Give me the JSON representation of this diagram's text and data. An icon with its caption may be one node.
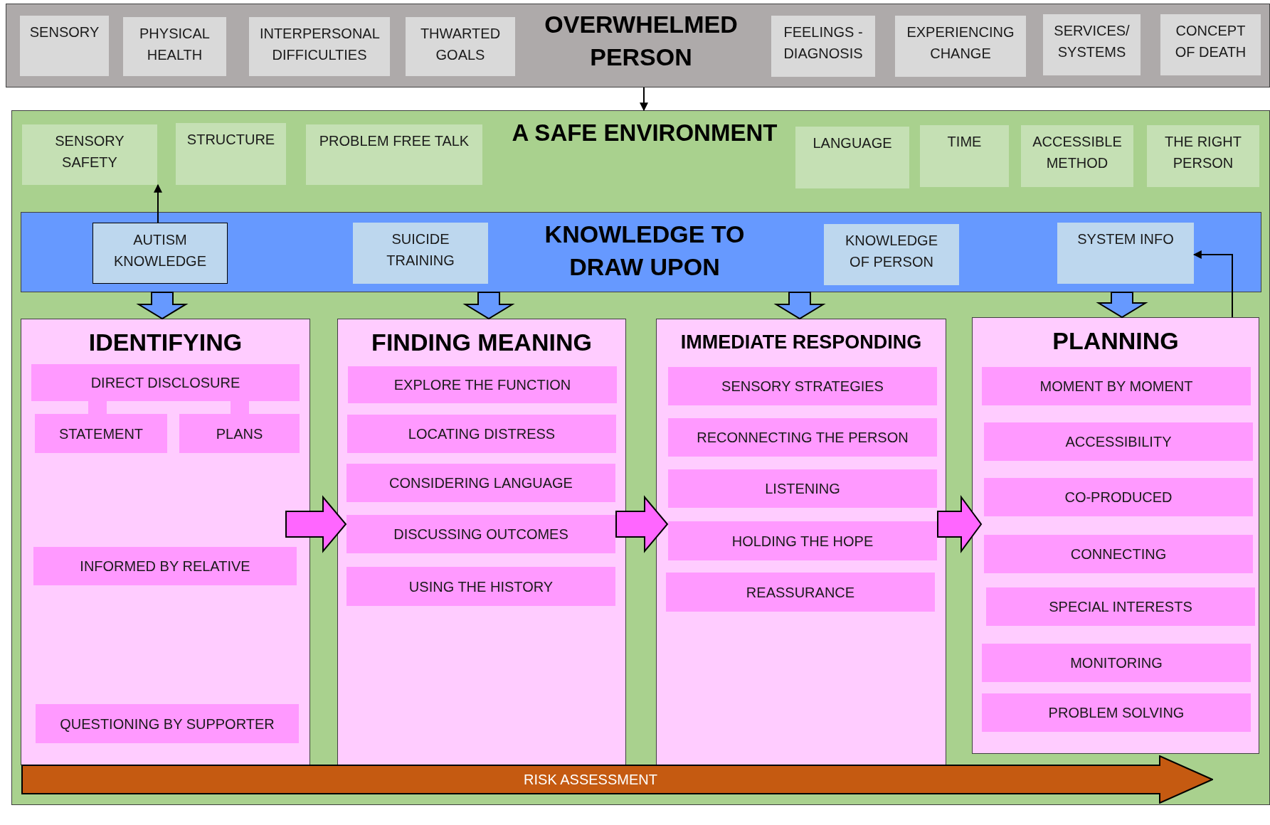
{
  "diagram": {
    "nodes": [
      {
        "text": [
          "OVERWHELMED PERSON"
        ]
      },
      {
        "text": [
          "SENSORY"
        ],
        "in": 0
      },
      {
        "text": [
          "PHYSICAL HEALTH"
        ],
        "in": 0
      },
      {
        "text": [
          "INTERPERSONAL DIFFICULTIES"
        ],
        "in": 0
      },
      {
        "text": [
          "THWARTED GOALS"
        ],
        "in": 0
      },
      {
        "text": [
          "FEELINGS - DIAGNOSIS"
        ],
        "in": 0
      },
      {
        "text": [
          "EXPERIENCING CHANGE"
        ],
        "in": 0
      },
      {
        "text": [
          "SERVICES/ SYSTEMS"
        ],
        "in": 0
      },
      {
        "text": [
          "CONCEPT OF DEATH"
        ],
        "in": 0
      },
      {
        "text": [
          "A SAFE ENVIRONMENT"
        ]
      },
      {
        "text": [
          "SENSORY SAFETY"
        ],
        "in": 9
      },
      {
        "text": [
          "STRUCTURE"
        ],
        "in": 9
      },
      {
        "text": [
          "PROBLEM FREE TALK"
        ],
        "in": 9
      },
      {
        "text": [
          "LANGUAGE"
        ],
        "in": 9
      },
      {
        "text": [
          "TIME"
        ],
        "in": 9
      },
      {
        "text": [
          "ACCESSIBLE METHOD"
        ],
        "in": 9
      },
      {
        "text": [
          "THE RIGHT PERSON"
        ],
        "in": 9
      },
      {
        "text": [
          "KNOWLEDGE TO DRAW UPON"
        ],
        "in": 9
      },
      {
        "text": [
          "AUTISM KNOWLEDGE"
        ],
        "in": 17
      },
      {
        "text": [
          "SUICIDE TRAINING"
        ],
        "in": 17
      },
      {
        "text": [
          "KNOWLEDGE OF PERSON"
        ],
        "in": 17
      },
      {
        "text": [
          "SYSTEM INFO"
        ],
        "in": 17
      },
      {
        "text": [
          "IDENTIFYING"
        ],
        "in": 9
      },
      {
        "text": [
          "DIRECT DISCLOSURE"
        ],
        "in": 22
      },
      {
        "text": [
          "STATEMENT"
        ],
        "in": 22
      },
      {
        "text": [
          "PLANS"
        ],
        "in": 22
      },
      {
        "text": [
          "INFORMED BY RELATIVE"
        ],
        "in": 22
      },
      {
        "text": [
          "QUESTIONING BY SUPPORTER"
        ],
        "in": 22
      },
      {
        "text": [
          "FINDING MEANING"
        ],
        "in": 9
      },
      {
        "text": [
          "EXPLORE THE FUNCTION"
        ],
        "in": 28
      },
      {
        "text": [
          "LOCATING DISTRESS"
        ],
        "in": 28
      },
      {
        "text": [
          "CONSIDERING LANGUAGE"
        ],
        "in": 28
      },
      {
        "text": [
          "DISCUSSING OUTCOMES"
        ],
        "in": 28
      },
      {
        "text": [
          "USING THE HISTORY"
        ],
        "in": 28
      },
      {
        "text": [
          "IMMEDIATE RESPONDING"
        ],
        "in": 9
      },
      {
        "text": [
          "SENSORY STRATEGIES"
        ],
        "in": 34
      },
      {
        "text": [
          "RECONNECTING THE PERSON"
        ],
        "in": 34
      },
      {
        "text": [
          "LISTENING"
        ],
        "in": 34
      },
      {
        "text": [
          "HOLDING THE HOPE"
        ],
        "in": 34
      },
      {
        "text": [
          "REASSURANCE"
        ],
        "in": 34
      },
      {
        "text": [
          "PLANNING"
        ],
        "in": 9
      },
      {
        "text": [
          "MOMENT BY MOMENT"
        ],
        "in": 40
      },
      {
        "text": [
          "ACCESSIBILITY"
        ],
        "in": 40
      },
      {
        "text": [
          "CO-PRODUCED"
        ],
        "in": 40
      },
      {
        "text": [
          "CONNECTING"
        ],
        "in": 40
      },
      {
        "text": [
          "SPECIAL INTERESTS"
        ],
        "in": 40
      },
      {
        "text": [
          "MONITORING"
        ],
        "in": 40
      },
      {
        "text": [
          "PROBLEM SOLVING"
        ],
        "in": 40
      },
      {
        "text": [
          "RISK ASSESSMENT"
        ],
        "in": 9
      }
    ],
    "edges": [
      {
        "from": 0,
        "to": 9,
        "arrow": "to"
      },
      {
        "from": 18,
        "to": 10,
        "arrow": "to"
      },
      {
        "from": 17,
        "to": 22,
        "arrow": "to",
        "style": "thick",
        "color": "#6699ff"
      },
      {
        "from": 17,
        "to": 28,
        "arrow": "to",
        "style": "thick",
        "color": "#6699ff"
      },
      {
        "from": 17,
        "to": 34,
        "arrow": "to",
        "style": "thick",
        "color": "#6699ff"
      },
      {
        "from": 17,
        "to": 40,
        "arrow": "to",
        "style": "thick",
        "color": "#6699ff"
      },
      {
        "from": 22,
        "to": 28,
        "arrow": "to",
        "style": "thick",
        "color": "#ff66ff"
      },
      {
        "from": 28,
        "to": 34,
        "arrow": "to",
        "style": "thick",
        "color": "#ff66ff"
      },
      {
        "from": 34,
        "to": 40,
        "arrow": "to",
        "style": "thick",
        "color": "#ff66ff"
      },
      {
        "from": 40,
        "to": 21,
        "arrow": "to"
      },
      {
        "from": 23,
        "to": 24,
        "arrow": "none",
        "style": "thick",
        "color": "#ff99ff"
      },
      {
        "from": 23,
        "to": 25,
        "arrow": "none",
        "style": "thick",
        "color": "#ff99ff"
      }
    ]
  }
}
